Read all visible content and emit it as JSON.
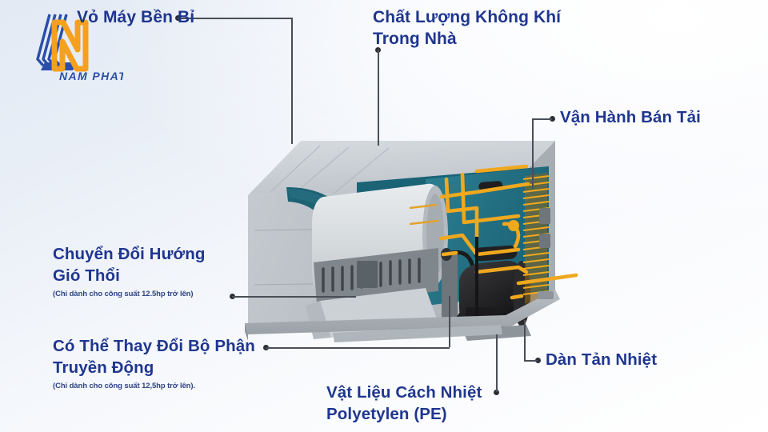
{
  "brand": {
    "name": "NAM PHAT",
    "logo_icon": "nam-phat-logo-icon",
    "colors": {
      "blue": "#2a4fa8",
      "orange": "#f5a01e"
    }
  },
  "theme": {
    "label_color": "#1f3690",
    "leader_color": "#4a4f57",
    "background_from": "#e3eaf4",
    "background_to": "#ffffff",
    "machine_body": "#c9ced3",
    "machine_interior_teal": "#1d6273",
    "machine_piping_orange": "#f0a81e",
    "machine_dark": "#262626"
  },
  "diagram": {
    "subject": "ducted-air-conditioner-cutaway",
    "callouts": [
      {
        "id": "vo-may-ben-bi",
        "line1": "Vỏ Máy Bền Bỉ",
        "line2": "",
        "note": ""
      },
      {
        "id": "chat-luong-khong-khi",
        "line1": "Chất Lượng Không Khí",
        "line2": "Trong Nhà",
        "note": ""
      },
      {
        "id": "van-hanh-ban-tai",
        "line1": "Vận Hành Bán Tải",
        "line2": "",
        "note": ""
      },
      {
        "id": "chuyen-doi-huong-gio-thoi",
        "line1": "Chuyển Đổi Hướng",
        "line2": "Gió Thổi",
        "note": "(Chỉ dành cho công suất 12.5hp trở lên)"
      },
      {
        "id": "co-the-thay-doi-bo-phan-truyen-dong",
        "line1": "Có Thể Thay Đổi Bộ Phận",
        "line2": "Truyền Động",
        "note": "(Chỉ dành cho công suất 12,5hp trở lên)."
      },
      {
        "id": "vat-lieu-cach-nhiet-polyetylen",
        "line1": "Vật Liệu Cách Nhiệt",
        "line2": "Polyetylen (PE)",
        "note": ""
      },
      {
        "id": "dan-tan-nhiet",
        "line1": "Dàn Tản Nhiệt",
        "line2": "",
        "note": ""
      }
    ]
  }
}
